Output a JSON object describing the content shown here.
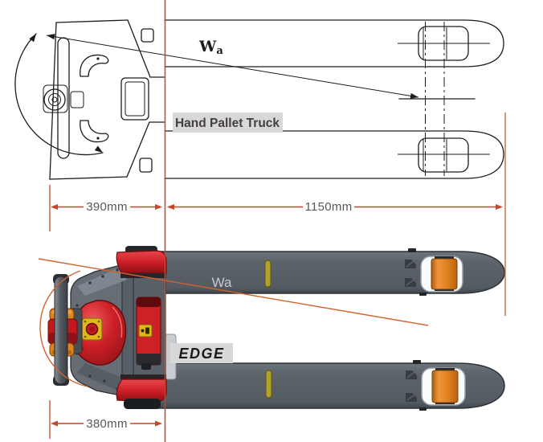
{
  "labels": {
    "product": "Hand Pallet Truck",
    "brand": "EDGE",
    "wa_main": "W",
    "wa_sub": "a",
    "wa_render": "Wa"
  },
  "dimensions": {
    "head_length_top_view": "390mm",
    "fork_length": "1150mm",
    "head_length_render_view": "380mm"
  },
  "colors": {
    "line-black": "#1c1c1c",
    "dim-red": "#c5472b",
    "dim-right-line": "#c86a3e",
    "dim-text": "#58585a",
    "construction-orange": "#d2622f",
    "fork-gray": "#5c636a",
    "fork-stroke": "#2c3135",
    "roller-orange": "#e2811f",
    "truck-red": "#ce2027",
    "truck-red-dark": "#8c1115",
    "amber": "#dd831c",
    "estop-yellow": "#e2b71a",
    "slot-yellow": "#b2a22a",
    "label-bg": "#d8d8d8",
    "label-text": "#443e3d",
    "wa-render-text": "#c5c9cc"
  }
}
